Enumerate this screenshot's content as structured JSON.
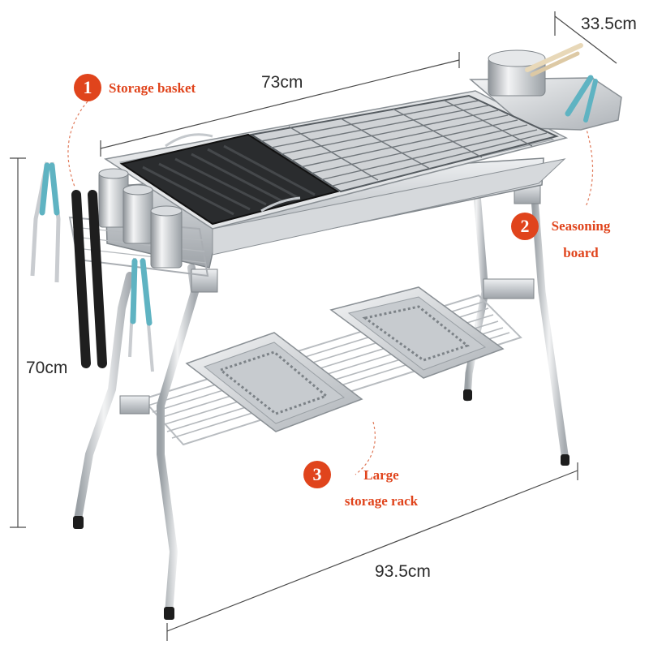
{
  "dimensions": {
    "length": "73cm",
    "depth": "33.5cm",
    "height": "70cm",
    "span": "93.5cm"
  },
  "callouts": [
    {
      "number": "1",
      "label": "Storage basket"
    },
    {
      "number": "2",
      "label_line1": "Seasoning",
      "label_line2": "board"
    },
    {
      "number": "3",
      "label_line1": "Large",
      "label_line2": "storage rack"
    }
  ],
  "colors": {
    "accent": "#e0441c",
    "steel": "#c9ccd0",
    "steel_dark": "#8c9096",
    "grill_plate": "#2a2c2e",
    "tong_grip": "#5fb3c2"
  }
}
